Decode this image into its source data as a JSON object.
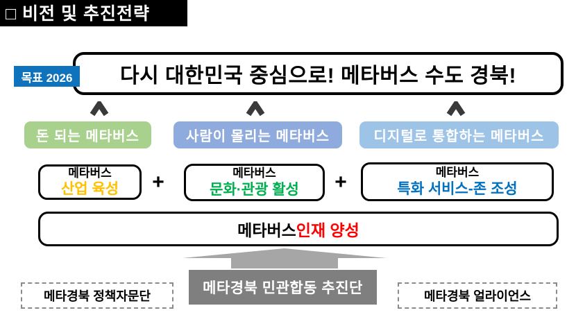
{
  "page": {
    "title": "□  비전 및 추진전략"
  },
  "goal": {
    "label": "목표 2026",
    "label_bg": "#0e72bd",
    "headline": "다시 대한민국 중심으로! 메타버스 수도 경북!"
  },
  "colors": {
    "chevron": "#3a3a3a",
    "arrow": "#a6a6a6",
    "red": "#ff0000"
  },
  "pillars": [
    {
      "label": "돈 되는 메타버스",
      "bg": "#a9d18e"
    },
    {
      "label": "사람이 몰리는 메타버스",
      "bg": "#8faadc"
    },
    {
      "label": "디지털로 통합하는 메타버스",
      "bg": "#9dc3e6"
    }
  ],
  "strategies": {
    "plus": "+",
    "items": [
      {
        "line1": "메타버스",
        "line2": "산업 육성",
        "color": "#ffc000"
      },
      {
        "line1": "메타버스",
        "line2": "문화·관광 활성",
        "color": "#00b050"
      },
      {
        "line1": "메타버스",
        "line2": "특화 서비스-존 조성",
        "color": "#0070c0"
      }
    ]
  },
  "talent": {
    "prefix": "메타버스 ",
    "highlight": "인재 양성",
    "highlight_color": "#ff0000"
  },
  "governance": {
    "left": "메타경북 정책자문단",
    "center": "메타경북 민관합동 추진단",
    "center_bg": "#7f7f7f",
    "right": "메타경북 얼라이언스"
  }
}
